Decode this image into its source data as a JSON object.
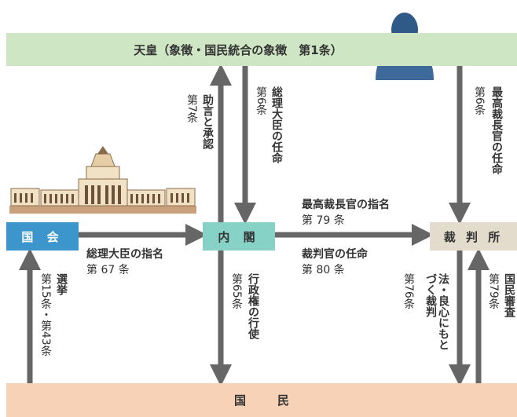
{
  "emperor": {
    "label": "天皇（象徴・国民統合の象徴　第1条）"
  },
  "people": {
    "label": "国民"
  },
  "nodes": {
    "diet": "国 会",
    "cabinet": "内 閣",
    "court": "裁 判 所"
  },
  "labels": {
    "advice": {
      "title": "助言と承認",
      "article": "第7条"
    },
    "appoint_pm": {
      "title": "総理大臣の任命",
      "article": "第6条"
    },
    "appoint_chief": {
      "title": "最高裁長官の任命",
      "article": "第6条"
    },
    "designate_chief": {
      "title": "最高裁長官の指名",
      "article": "第 79 条"
    },
    "appoint_judges": {
      "title": "裁判官の任命",
      "article": "第 80 条"
    },
    "nominate_pm": {
      "title": "総理大臣の指名",
      "article": "第 67 条"
    },
    "election": {
      "title": "選挙",
      "article": "第15条・第43条"
    },
    "executive": {
      "title": "行政権の行使",
      "article": "第65条"
    },
    "justice": {
      "title": "法・良心にもとづく裁判",
      "article": "第76条"
    },
    "review": {
      "title": "国民審査",
      "article": "第79条"
    }
  },
  "colors": {
    "emperor_band": "#cfe6c4",
    "people_band": "#f8d2b6",
    "diet": "#3c96cc",
    "cabinet": "#86d2c7",
    "court": "#e3dbcb",
    "arrow": "#666666"
  }
}
